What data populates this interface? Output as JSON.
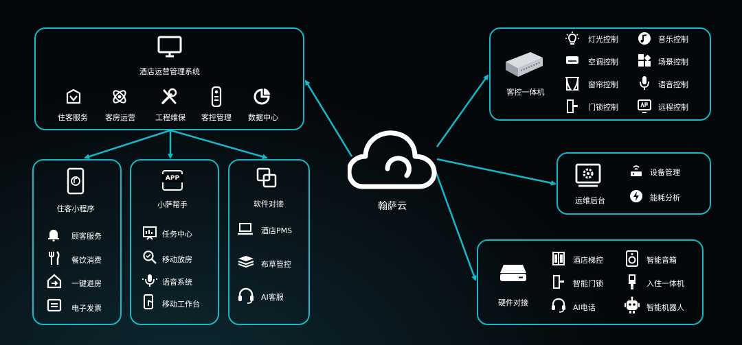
{
  "cloud_label": "翰萨云",
  "hotel_system": {
    "title": "酒店运营管理系统",
    "modules": [
      {
        "label": "住客服务",
        "icon": "guest-service-icon"
      },
      {
        "label": "客房运营",
        "icon": "room-operation-icon"
      },
      {
        "label": "工程维保",
        "icon": "tools-icon"
      },
      {
        "label": "客控管理",
        "icon": "remote-control-icon"
      },
      {
        "label": "数据中心",
        "icon": "pie-chart-icon"
      }
    ]
  },
  "mini_program": {
    "title": "住客小程序",
    "items": [
      {
        "label": "顾客服务",
        "icon": "bell-icon"
      },
      {
        "label": "餐饮消费",
        "icon": "fork-knife-icon"
      },
      {
        "label": "一键退房",
        "icon": "house-exit-icon"
      },
      {
        "label": "电子发票",
        "icon": "invoice-icon"
      }
    ]
  },
  "helper_app": {
    "title": "小萨帮手",
    "icon_text": "APP",
    "items": [
      {
        "label": "任务中心",
        "icon": "task-board-icon"
      },
      {
        "label": "移动放房",
        "icon": "magnifier-icon"
      },
      {
        "label": "语音系统",
        "icon": "microphone-icon"
      },
      {
        "label": "移动工作台",
        "icon": "mobile-desk-icon"
      }
    ]
  },
  "software": {
    "title": "软件对接",
    "items": [
      {
        "label": "酒店PMS",
        "icon": "laptop-icon"
      },
      {
        "label": "布草管控",
        "icon": "linen-icon"
      },
      {
        "label": "AI客服",
        "icon": "headset-icon"
      }
    ]
  },
  "room_control": {
    "device_label": "客控一体机",
    "items": [
      {
        "label": "灯光控制",
        "icon": "light-bulb-icon"
      },
      {
        "label": "音乐控制",
        "icon": "music-icon"
      },
      {
        "label": "空调控制",
        "icon": "air-conditioner-icon"
      },
      {
        "label": "场景控制",
        "icon": "scene-grid-icon"
      },
      {
        "label": "窗帘控制",
        "icon": "curtain-icon"
      },
      {
        "label": "语音控制",
        "icon": "voice-icon"
      },
      {
        "label": "门锁控制",
        "icon": "door-lock-icon"
      },
      {
        "label": "远程控制",
        "icon": "app-remote-icon"
      }
    ]
  },
  "ops_backend": {
    "label": "运维后台",
    "items": [
      {
        "label": "设备管理",
        "icon": "router-icon"
      },
      {
        "label": "能耗分析",
        "icon": "energy-icon"
      }
    ]
  },
  "hardware": {
    "label": "硬件对接",
    "items": [
      {
        "label": "酒店梯控",
        "icon": "elevator-icon"
      },
      {
        "label": "智能音箱",
        "icon": "speaker-icon"
      },
      {
        "label": "智能门锁",
        "icon": "smart-lock-icon"
      },
      {
        "label": "入住一体机",
        "icon": "kiosk-icon"
      },
      {
        "label": "AI电话",
        "icon": "ai-phone-icon"
      },
      {
        "label": "智能机器人",
        "icon": "robot-icon"
      }
    ]
  },
  "colors": {
    "accent": "#14b8c6",
    "background": "#05080b",
    "text": "#ffffff"
  }
}
